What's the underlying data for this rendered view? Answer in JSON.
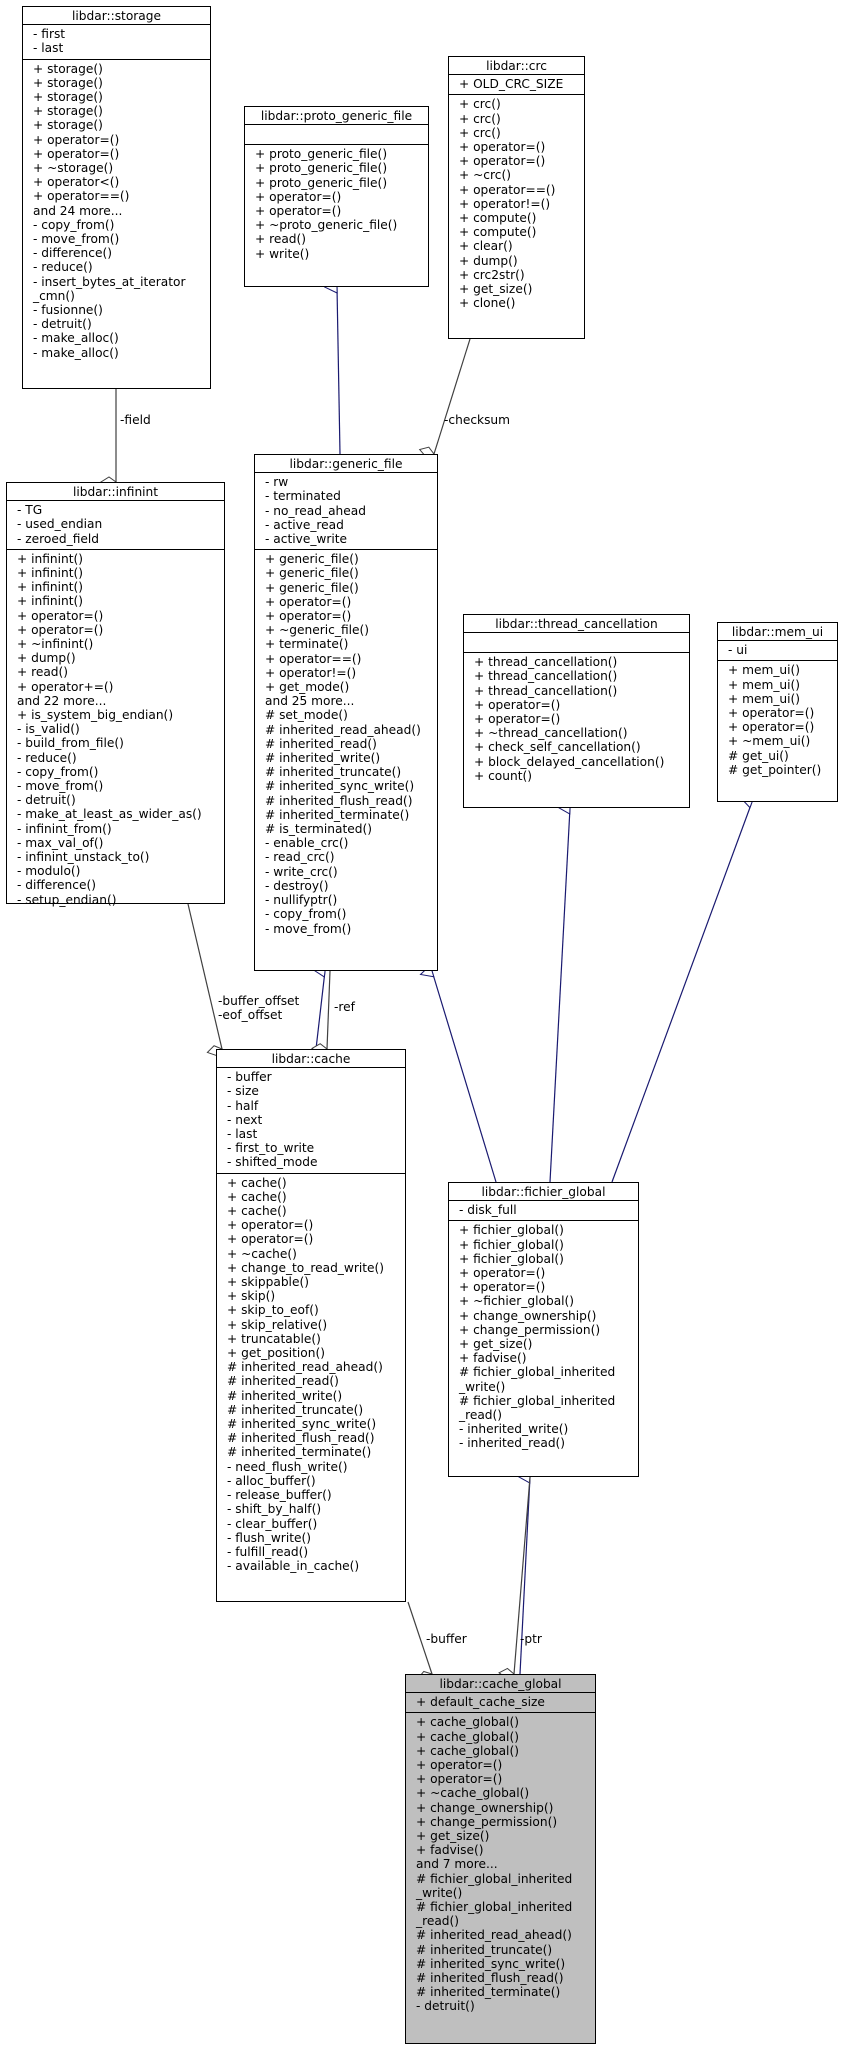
{
  "classes": {
    "storage": {
      "title": "libdar::storage",
      "attrs": [
        "- first",
        "- last"
      ],
      "methods": [
        "+ storage()",
        "+ storage()",
        "+ storage()",
        "+ storage()",
        "+ storage()",
        "+ operator=()",
        "+ operator=()",
        "+ ~storage()",
        "+ operator<()",
        "+ operator==()",
        "and 24 more...",
        "- copy_from()",
        "- move_from()",
        "- difference()",
        "- reduce()",
        "- insert_bytes_at_iterator\n_cmn()",
        "- fusionne()",
        "- detruit()",
        "- make_alloc()",
        "- make_alloc()"
      ]
    },
    "crc": {
      "title": "libdar::crc",
      "attrs": [
        "+ OLD_CRC_SIZE"
      ],
      "methods": [
        "+ crc()",
        "+ crc()",
        "+ crc()",
        "+ operator=()",
        "+ operator=()",
        "+ ~crc()",
        "+ operator==()",
        "+ operator!=()",
        "+ compute()",
        "+ compute()",
        "+ clear()",
        "+ dump()",
        "+ crc2str()",
        "+ get_size()",
        "+ clone()"
      ]
    },
    "proto_generic_file": {
      "title": "libdar::proto_generic_file",
      "attrs": [],
      "methods": [
        "+ proto_generic_file()",
        "+ proto_generic_file()",
        "+ proto_generic_file()",
        "+ operator=()",
        "+ operator=()",
        "+ ~proto_generic_file()",
        "+ read()",
        "+ write()"
      ]
    },
    "infinint": {
      "title": "libdar::infinint",
      "attrs": [
        "- TG",
        "- used_endian",
        "- zeroed_field"
      ],
      "methods": [
        "+ infinint()",
        "+ infinint()",
        "+ infinint()",
        "+ infinint()",
        "+ operator=()",
        "+ operator=()",
        "+ ~infinint()",
        "+ dump()",
        "+ read()",
        "+ operator+=()",
        "and 22 more...",
        "+ is_system_big_endian()",
        "- is_valid()",
        "- build_from_file()",
        "- reduce()",
        "- copy_from()",
        "- move_from()",
        "- detruit()",
        "- make_at_least_as_wider_as()",
        "- infinint_from()",
        "- max_val_of()",
        "- infinint_unstack_to()",
        "- modulo()",
        "- difference()",
        "- setup_endian()"
      ]
    },
    "generic_file": {
      "title": "libdar::generic_file",
      "attrs": [
        "- rw",
        "- terminated",
        "- no_read_ahead",
        "- active_read",
        "- active_write"
      ],
      "methods": [
        "+ generic_file()",
        "+ generic_file()",
        "+ generic_file()",
        "+ operator=()",
        "+ operator=()",
        "+ ~generic_file()",
        "+ terminate()",
        "+ operator==()",
        "+ operator!=()",
        "+ get_mode()",
        "and 25 more...",
        "# set_mode()",
        "# inherited_read_ahead()",
        "# inherited_read()",
        "# inherited_write()",
        "# inherited_truncate()",
        "# inherited_sync_write()",
        "# inherited_flush_read()",
        "# inherited_terminate()",
        "# is_terminated()",
        "- enable_crc()",
        "- read_crc()",
        "- write_crc()",
        "- destroy()",
        "- nullifyptr()",
        "- copy_from()",
        "- move_from()"
      ]
    },
    "thread_cancellation": {
      "title": "libdar::thread_cancellation",
      "attrs": [],
      "methods": [
        "+ thread_cancellation()",
        "+ thread_cancellation()",
        "+ thread_cancellation()",
        "+ operator=()",
        "+ operator=()",
        "+ ~thread_cancellation()",
        "+ check_self_cancellation()",
        "+ block_delayed_cancellation()",
        "+ count()"
      ]
    },
    "mem_ui": {
      "title": "libdar::mem_ui",
      "attrs": [
        "- ui"
      ],
      "methods": [
        "+ mem_ui()",
        "+ mem_ui()",
        "+ mem_ui()",
        "+ operator=()",
        "+ operator=()",
        "+ ~mem_ui()",
        "# get_ui()",
        "# get_pointer()"
      ]
    },
    "cache": {
      "title": "libdar::cache",
      "attrs": [
        "- buffer",
        "- size",
        "- half",
        "- next",
        "- last",
        "- first_to_write",
        "- shifted_mode"
      ],
      "methods": [
        "+ cache()",
        "+ cache()",
        "+ cache()",
        "+ operator=()",
        "+ operator=()",
        "+ ~cache()",
        "+ change_to_read_write()",
        "+ skippable()",
        "+ skip()",
        "+ skip_to_eof()",
        "+ skip_relative()",
        "+ truncatable()",
        "+ get_position()",
        "# inherited_read_ahead()",
        "# inherited_read()",
        "# inherited_write()",
        "# inherited_truncate()",
        "# inherited_sync_write()",
        "# inherited_flush_read()",
        "# inherited_terminate()",
        "- need_flush_write()",
        "- alloc_buffer()",
        "- release_buffer()",
        "- shift_by_half()",
        "- clear_buffer()",
        "- flush_write()",
        "- fulfill_read()",
        "- available_in_cache()"
      ]
    },
    "fichier_global": {
      "title": "libdar::fichier_global",
      "attrs": [
        "- disk_full"
      ],
      "methods": [
        "+ fichier_global()",
        "+ fichier_global()",
        "+ fichier_global()",
        "+ operator=()",
        "+ operator=()",
        "+ ~fichier_global()",
        "+ change_ownership()",
        "+ change_permission()",
        "+ get_size()",
        "+ fadvise()",
        "# fichier_global_inherited\n_write()",
        "# fichier_global_inherited\n_read()",
        "- inherited_write()",
        "- inherited_read()"
      ]
    },
    "cache_global": {
      "title": "libdar::cache_global",
      "attrs": [
        "+ default_cache_size"
      ],
      "methods": [
        "+ cache_global()",
        "+ cache_global()",
        "+ cache_global()",
        "+ operator=()",
        "+ operator=()",
        "+ ~cache_global()",
        "+ change_ownership()",
        "+ change_permission()",
        "+ get_size()",
        "+ fadvise()",
        "and 7 more...",
        "# fichier_global_inherited\n_write()",
        "# fichier_global_inherited\n_read()",
        "# inherited_read_ahead()",
        "# inherited_truncate()",
        "# inherited_sync_write()",
        "# inherited_flush_read()",
        "# inherited_terminate()",
        "- detruit()"
      ]
    }
  },
  "edge_labels": {
    "field": "-field",
    "checksum": "-checksum",
    "buffer_offset": "-buffer_offset\n-eof_offset",
    "ref": "-ref",
    "buffer": "-buffer",
    "ptr": "-ptr"
  },
  "colors": {
    "inheritance": "#191970",
    "usage": "#404040",
    "focus_fill": "#bfbfbf"
  }
}
